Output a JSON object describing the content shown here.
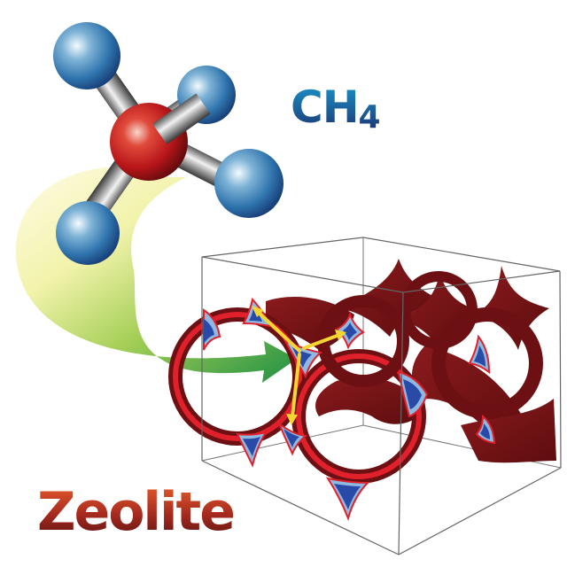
{
  "molecule": {
    "formula_main": "CH",
    "formula_subscript": "4",
    "atoms": {
      "carbon": {
        "color": "#c8201e"
      },
      "hydrogen": {
        "count": 4,
        "color": "#3f8cc0"
      }
    },
    "bond_color": "#8a8a8a"
  },
  "framework": {
    "label": "Zeolite",
    "surface_colors": {
      "outer": "#7a1416",
      "rim": "#e0202a",
      "inner_light": "#8fb9e0",
      "inner_dark": "#2a4aa8"
    },
    "diffusion_arrows_color": "#f5d631",
    "box_edge_color": "#555555"
  },
  "transfer_arrow": {
    "from": "CH4 molecule",
    "to": "Zeolite pore site",
    "gradient": [
      "#fbf7c9",
      "#e8ef9a",
      "#8cc63f",
      "#2f9a3e"
    ]
  }
}
